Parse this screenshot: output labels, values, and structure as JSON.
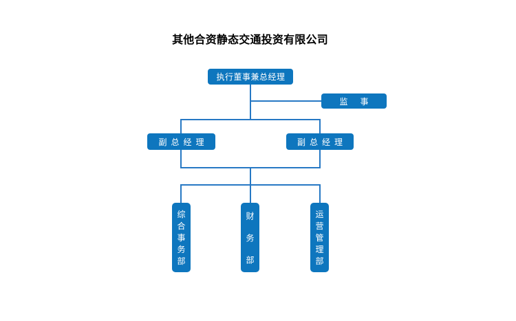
{
  "title": "其他合资静态交通投资有限公司",
  "colors": {
    "node_fill": "#0e76be",
    "connector_line": "#2678c4",
    "node_text": "#ffffff",
    "title_text": "#000000"
  },
  "org_chart": {
    "root": {
      "label": "执行董事兼总经理"
    },
    "supervisor": {
      "label": "监　事"
    },
    "deputies": [
      {
        "label": "副总经理"
      },
      {
        "label": "副总经理"
      }
    ],
    "departments": [
      {
        "label": "综合事务部"
      },
      {
        "label": "财务部"
      },
      {
        "label": "运营管理部"
      }
    ]
  }
}
